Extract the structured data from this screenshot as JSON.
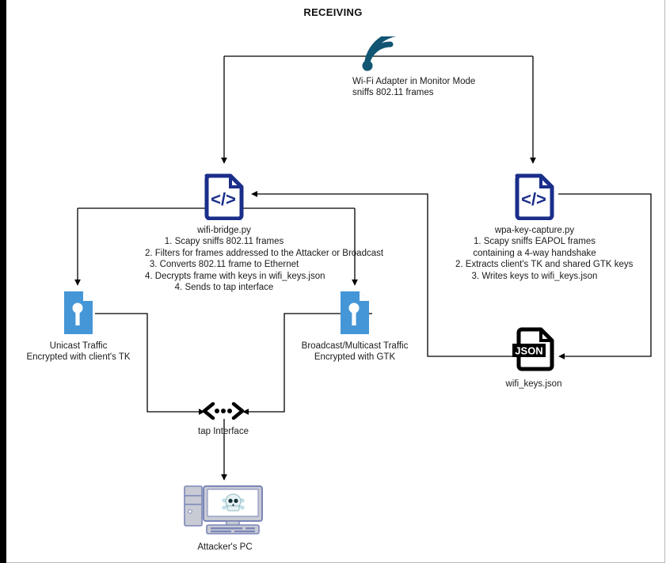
{
  "diagram": {
    "title": "RECEIVING",
    "colors": {
      "wifi_icon": "#115572",
      "code_icon": "#1a2e8a",
      "key_doc": "#4596d6",
      "json_icon": "#000000",
      "pc_body": "#c9cbd4",
      "pc_outline": "#7b86b8",
      "edge": "#000000",
      "canvas_border": "#b9b9b9"
    },
    "nodes": [
      {
        "id": "wifi-adapter",
        "icon": "wifi-signal-icon",
        "caption": [
          "Wi-Fi Adapter in Monitor Mode",
          "sniffs 802.11 frames"
        ]
      },
      {
        "id": "wifi-bridge",
        "icon": "code-file-icon",
        "caption": [
          "wifi-bridge.py",
          "1. Scapy sniffs 802.11 frames",
          "2. Filters for frames addressed to the Attacker or Broadcast",
          "3. Converts 802.11 frame to Ethernet",
          "4. Decrypts frame with keys in wifi_keys.json",
          "4. Sends to tap interface"
        ]
      },
      {
        "id": "wpa-key-capture",
        "icon": "code-file-icon",
        "caption": [
          "wpa-key-capture.py",
          "1. Scapy sniffs EAPOL frames",
          "containing a 4-way handshake",
          "2. Extracts client's TK and shared GTK keys",
          "3. Writes keys to wifi_keys.json"
        ]
      },
      {
        "id": "unicast-traffic",
        "icon": "key-document-icon",
        "caption": [
          "Unicast Traffic",
          "Encrypted with client's TK"
        ]
      },
      {
        "id": "broadcast-traffic",
        "icon": "key-document-icon",
        "caption": [
          "Broadcast/Multicast Traffic",
          "Encrypted with GTK"
        ]
      },
      {
        "id": "wifi-keys-json",
        "icon": "json-file-icon",
        "label": "JSON",
        "caption": [
          "wifi_keys.json"
        ]
      },
      {
        "id": "tap-interface",
        "icon": "tap-interface-icon",
        "caption": [
          "tap Interface"
        ]
      },
      {
        "id": "attackers-pc",
        "icon": "desktop-pc-skull-icon",
        "caption": [
          "Attacker's PC"
        ]
      }
    ]
  }
}
